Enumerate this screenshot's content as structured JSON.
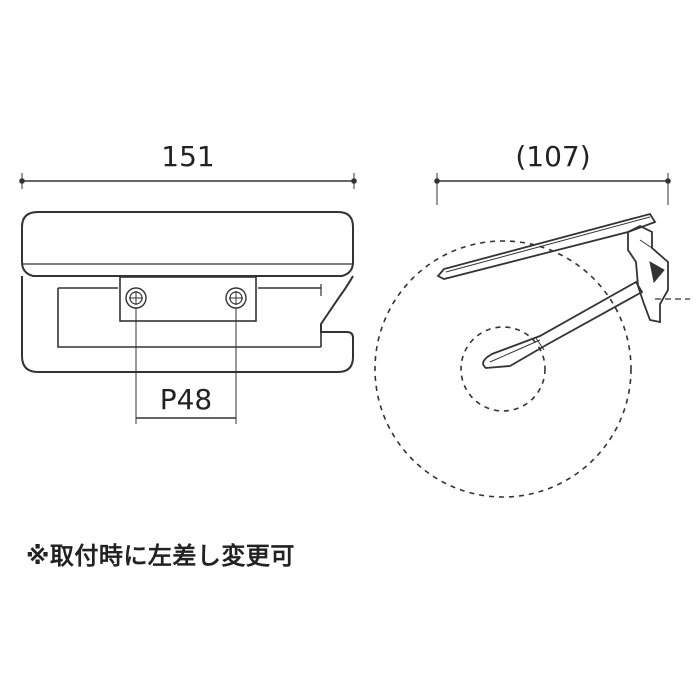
{
  "front_view": {
    "width_dimension": "151",
    "pitch_dimension": "P48"
  },
  "side_view": {
    "depth_dimension": "(107)"
  },
  "note": "※取付時に左差し変更可"
}
